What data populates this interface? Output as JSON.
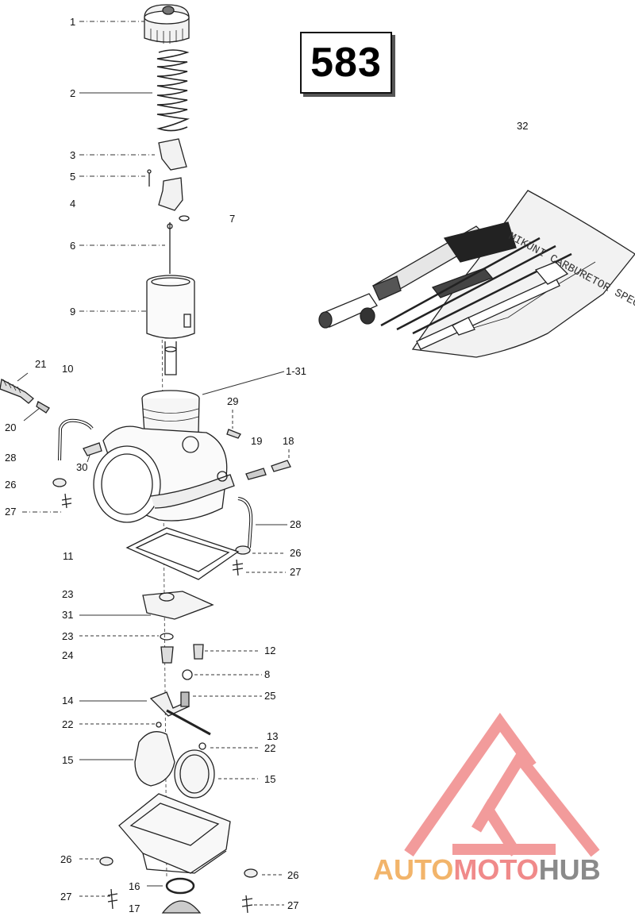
{
  "diagram_number": "583",
  "brand": {
    "part1": "AUTO",
    "part2": "MOTO",
    "part3": "HUB",
    "colors": {
      "auto": "#f2b46a",
      "moto": "#f08a8a",
      "hub": "#8a8a8a",
      "triangle": "#f08a8a"
    }
  },
  "tool_kit_text": "MIKUNI CARBURETOR SPECIAL TOOLS",
  "callouts": [
    {
      "id": "c1",
      "text": "1"
    },
    {
      "id": "c2",
      "text": "2"
    },
    {
      "id": "c3",
      "text": "3"
    },
    {
      "id": "c5",
      "text": "5"
    },
    {
      "id": "c4",
      "text": "4"
    },
    {
      "id": "c7",
      "text": "7"
    },
    {
      "id": "c6",
      "text": "6"
    },
    {
      "id": "c9",
      "text": "9"
    },
    {
      "id": "c21",
      "text": "21"
    },
    {
      "id": "c10",
      "text": "10"
    },
    {
      "id": "c1-31",
      "text": "1-31"
    },
    {
      "id": "c29",
      "text": "29"
    },
    {
      "id": "c20",
      "text": "20"
    },
    {
      "id": "c19",
      "text": "19"
    },
    {
      "id": "c18",
      "text": "18"
    },
    {
      "id": "c28a",
      "text": "28"
    },
    {
      "id": "c30",
      "text": "30"
    },
    {
      "id": "c26a",
      "text": "26"
    },
    {
      "id": "c27a",
      "text": "27"
    },
    {
      "id": "c28b",
      "text": "28"
    },
    {
      "id": "c26b",
      "text": "26"
    },
    {
      "id": "c11",
      "text": "11"
    },
    {
      "id": "c27b",
      "text": "27"
    },
    {
      "id": "c23a",
      "text": "23"
    },
    {
      "id": "c31",
      "text": "31"
    },
    {
      "id": "c23b",
      "text": "23"
    },
    {
      "id": "c24",
      "text": "24"
    },
    {
      "id": "c12",
      "text": "12"
    },
    {
      "id": "c8",
      "text": "8"
    },
    {
      "id": "c14",
      "text": "14"
    },
    {
      "id": "c25",
      "text": "25"
    },
    {
      "id": "c22a",
      "text": "22"
    },
    {
      "id": "c13",
      "text": "13"
    },
    {
      "id": "c22b",
      "text": "22"
    },
    {
      "id": "c15a",
      "text": "15"
    },
    {
      "id": "c15b",
      "text": "15"
    },
    {
      "id": "c26c",
      "text": "26"
    },
    {
      "id": "c26d",
      "text": "26"
    },
    {
      "id": "c16",
      "text": "16"
    },
    {
      "id": "c27c",
      "text": "27"
    },
    {
      "id": "c17",
      "text": "17"
    },
    {
      "id": "c27d",
      "text": "27"
    },
    {
      "id": "c32",
      "text": "32"
    }
  ]
}
